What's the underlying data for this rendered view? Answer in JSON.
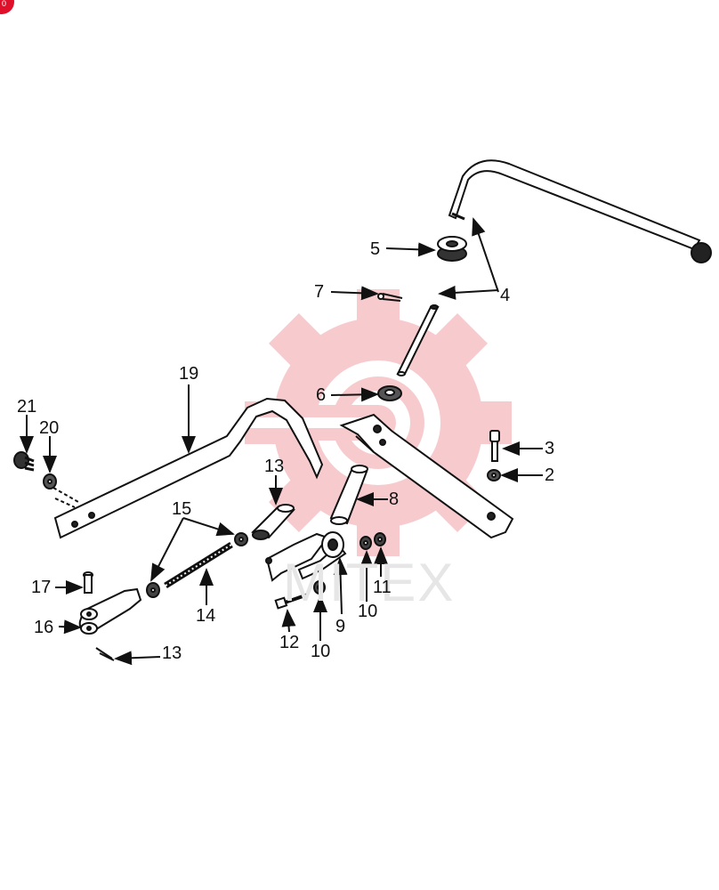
{
  "watermark": {
    "text": "MITEX",
    "color": "#f4b4b8"
  },
  "corner_badge": {
    "text": "0",
    "color": "#e0102a"
  },
  "callouts": {
    "c2": "2",
    "c3": "3",
    "c4": "4",
    "c5": "5",
    "c6": "6",
    "c7": "7",
    "c8": "8",
    "c9": "9",
    "c10a": "10",
    "c10b": "10",
    "c11": "11",
    "c12": "12",
    "c13a": "13",
    "c13b": "13",
    "c14": "14",
    "c15": "15",
    "c16": "16",
    "c17": "17",
    "c19": "19",
    "c20": "20",
    "c21": "21"
  }
}
